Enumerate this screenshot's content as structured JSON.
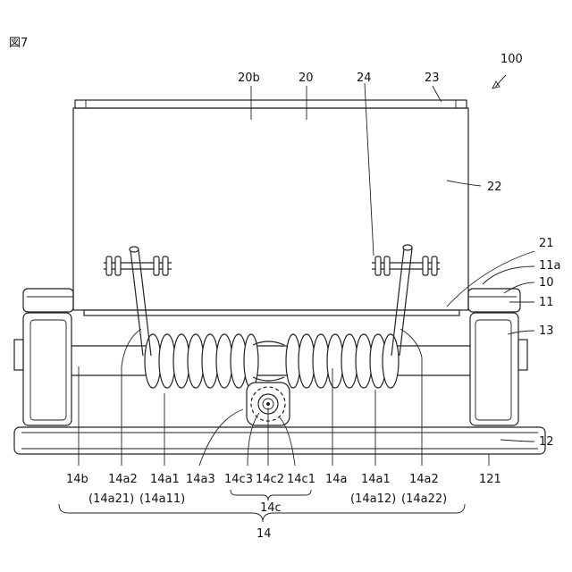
{
  "figure_label": "図7",
  "labels": {
    "l100": "100",
    "l20b": "20b",
    "l20": "20",
    "l24": "24",
    "l23": "23",
    "l22": "22",
    "l21": "21",
    "l11a": "11a",
    "l10": "10",
    "l11": "11",
    "l13": "13",
    "l12": "12",
    "l121": "121",
    "l14b": "14b",
    "l14a2_left": "14a2",
    "l14a21": "(14a21)",
    "l14a1_left": "14a1",
    "l14a11": "(14a11)",
    "l14a3": "14a3",
    "l14c3": "14c3",
    "l14c2": "14c2",
    "l14c1": "14c1",
    "l14a": "14a",
    "l14a1_right": "14a1",
    "l14a12": "(14a12)",
    "l14a2_right": "14a2",
    "l14a22": "(14a22)",
    "l14c": "14c",
    "l14": "14"
  }
}
